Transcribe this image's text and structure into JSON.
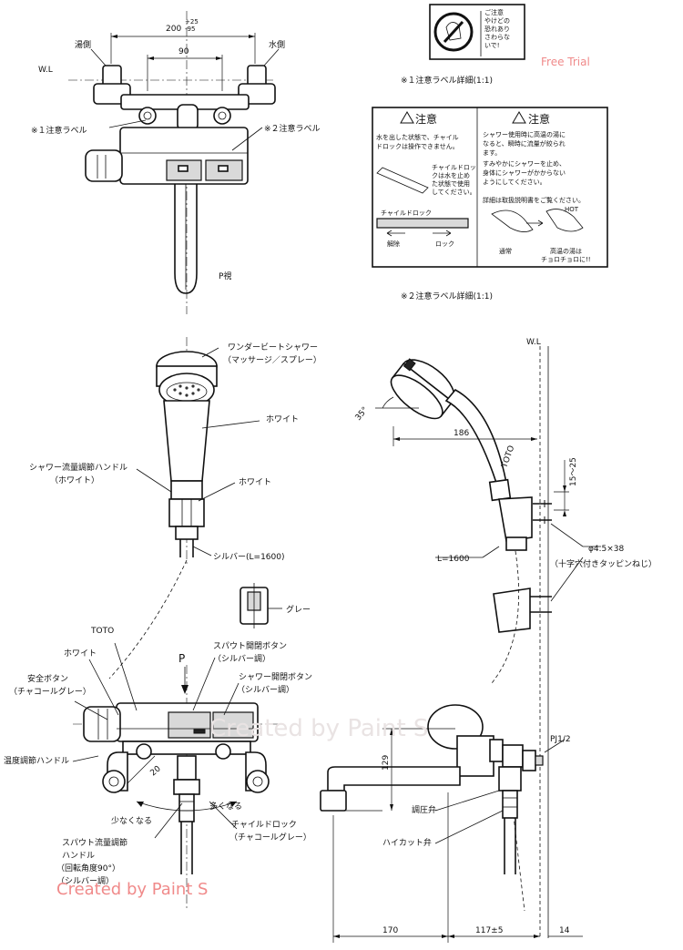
{
  "labels": {
    "wl_left": "W.L",
    "wl_right": "W.L",
    "hot_side": "湯側",
    "cold_side": "水側",
    "dim_width": "200",
    "dim_width_tol_plus": "+25",
    "dim_width_tol_minus": "-95",
    "dim_pitch": "90",
    "caution_label_1": "※１注意ラベル",
    "caution_label_2": "※２注意ラベル",
    "p_view": "P視",
    "shower_head": "ワンダービートシャワー",
    "shower_head_mode": "（マッサージ／スプレー）",
    "white_1": "ホワイト",
    "flow_handle": "シャワー流量調節ハンドル",
    "flow_handle_color": "（ホワイト）",
    "white_2": "ホワイト",
    "hose": "シルバー(L=1600)",
    "gray": "グレー",
    "toto": "TOTO",
    "white_3": "ホワイト",
    "p_mark": "P",
    "spout_button": "スパウト開閉ボタン",
    "spout_button_color": "（シルバー調）",
    "shower_button": "シャワー開閉ボタン",
    "shower_button_color": "（シルバー調）",
    "safety_button": "安全ボタン",
    "safety_button_color": "（チャコールグレー）",
    "temp_handle": "温度調節ハンドル",
    "dim_20": "20",
    "less": "少なくなる",
    "more": "多くなる",
    "child_lock": "チャイルドロック",
    "child_lock_color": "（チャコールグレー）",
    "spout_flow_1": "スパウト流量調節",
    "spout_flow_2": "ハンドル",
    "spout_flow_3": "（回転角度90°）",
    "spout_flow_4": "（シルバー調）",
    "label1_detail": "※１注意ラベル詳細(1:1)",
    "label2_detail": "※２注意ラベル詳細(1:1)",
    "dim_186": "186",
    "dim_35": "35°",
    "toto_right": "TOTO",
    "dim_15_25": "15～25",
    "screw_size": "φ4.5×38",
    "screw_type": "（十字穴付きタッピンねじ）",
    "hose_len": "L=1600",
    "dim_129": "129",
    "pj": "PJ1/2",
    "pressure_valve": "調圧弁",
    "high_cut_valve": "ハイカット弁",
    "dim_170": "170",
    "dim_117": "117±5",
    "dim_14": "14"
  },
  "label_sticker": {
    "text_1": "ご注意",
    "text_2": "やけどの",
    "text_3": "恐れあり",
    "text_4": "さわらな",
    "text_5": "いで!"
  },
  "caution_box": {
    "heading_left": "注意",
    "heading_right": "注意",
    "left_line_1": "水を出した状態で、チャイル",
    "left_line_2": "ドロックは操作できません。",
    "left_line_3": "チャイルドロッ",
    "left_line_4": "クは水を止め",
    "left_line_5": "た状態で使用",
    "left_line_6": "してください。",
    "lock_title": "チャイルドロック",
    "lock_release": "解除",
    "lock_lock": "ロック",
    "right_line_1": "シャワー使用時に高温の湯に",
    "right_line_2": "なると、瞬時に流量が絞られ",
    "right_line_3": "ます。",
    "right_line_4": "すみやかにシャワーを止め、",
    "right_line_5": "身体にシャワーがかからない",
    "right_line_6": "ようにしてください。",
    "right_line_7": "詳細は取扱説明書をご覧ください。",
    "normal": "通常",
    "hot": "HOT",
    "hot_note_1": "高温の湯は",
    "hot_note_2": "チョロチョロに!!"
  },
  "watermarks": {
    "free_trial": "Free Trial",
    "created_1": "Created by Paint S",
    "created_2": "Created by Paint S"
  }
}
